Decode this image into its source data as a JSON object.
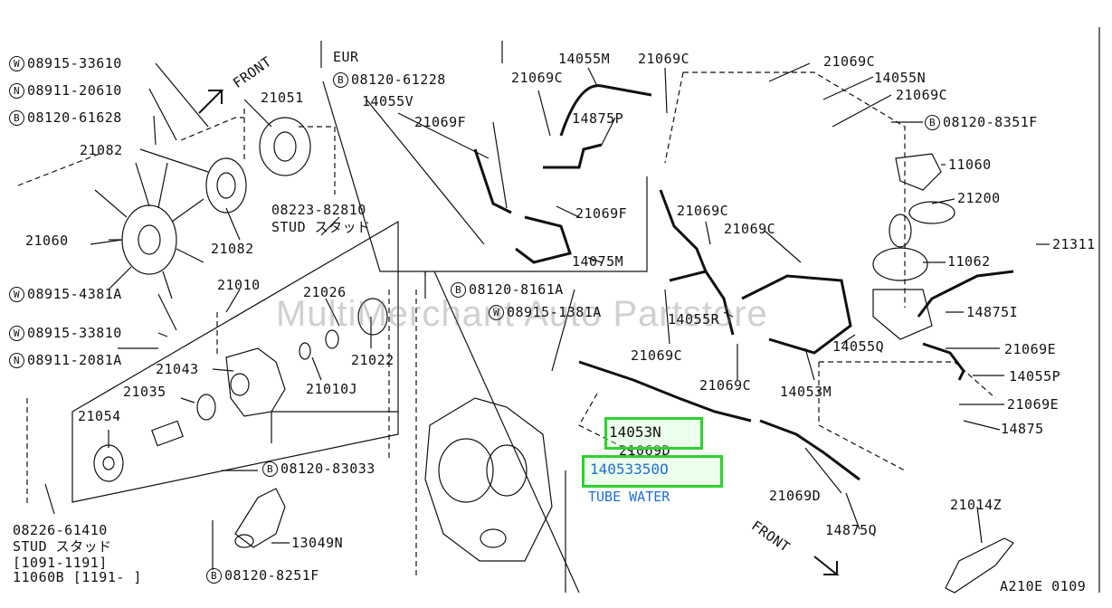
{
  "watermark": "MultiMerchant Auto Partstore",
  "diagram_code": "A210E 0109",
  "highlight": {
    "part_label": "14053N",
    "selected_label": "14053350O",
    "desc": "TUBE WATER"
  },
  "front_labels": [
    "FRONT",
    "FRONT"
  ],
  "eur": "EUR",
  "labels": {
    "p08915_33610": "08915-33610",
    "p08911_20610": "08911-20610",
    "p08120_61628": "08120-61628",
    "p21051": "21051",
    "p21082a": "21082",
    "p21082b": "21082",
    "p21060": "21060",
    "p08223_82810": "08223-82810",
    "stud1": "STUD スタッド",
    "p08915_4381A": "08915-4381A",
    "p21010": "21010",
    "p21026": "21026",
    "p08915_33810": "08915-33810",
    "p08911_2081A": "08911-2081A",
    "p21043": "21043",
    "p21022": "21022",
    "p21035": "21035",
    "p21010J": "21010J",
    "p21054": "21054",
    "p08120_83033": "08120-83033",
    "p08226_61410": "08226-61410",
    "stud2": "STUD スタッド",
    "range1": "[1091-1191]",
    "range2": "11060B [1191-      ]",
    "p13049N": "13049N",
    "p08120_8251F": "08120-8251F",
    "p08120_61228": "08120-61228",
    "p14055V": "14055V",
    "p21069F_a": "21069F",
    "p21069C_a": "21069C",
    "p14055M": "14055M",
    "p21069C_b": "21069C",
    "p14875P": "14875P",
    "p21069F_b": "21069F",
    "p14075M": "14075M",
    "p08120_8161A": "08120-8161A",
    "p08915_1381A": "08915-1381A",
    "p21069C_c": "21069C",
    "p21069C_d": "21069C",
    "p14055R": "14055R",
    "p21069C_e": "21069C",
    "p21069C_f": "21069C",
    "p14053M": "14053M",
    "p21069C_g": "21069C",
    "p14055N": "14055N",
    "p21069C_h": "21069C",
    "p08120_8351F": "08120-8351F",
    "p11060": "11060",
    "p21200": "21200",
    "p21311": "21311",
    "p11062": "11062",
    "p14875I": "14875I",
    "p14055Q": "14055Q",
    "p21069E_a": "21069E",
    "p14055P": "14055P",
    "p21069E_b": "21069E",
    "p14875": "14875",
    "p21069D_a": "21069D",
    "p21069D_b": "21069D",
    "p14875Q": "14875Q",
    "p21014Z": "21014Z"
  },
  "prefix": {
    "W": "W",
    "N": "N",
    "B": "B"
  }
}
